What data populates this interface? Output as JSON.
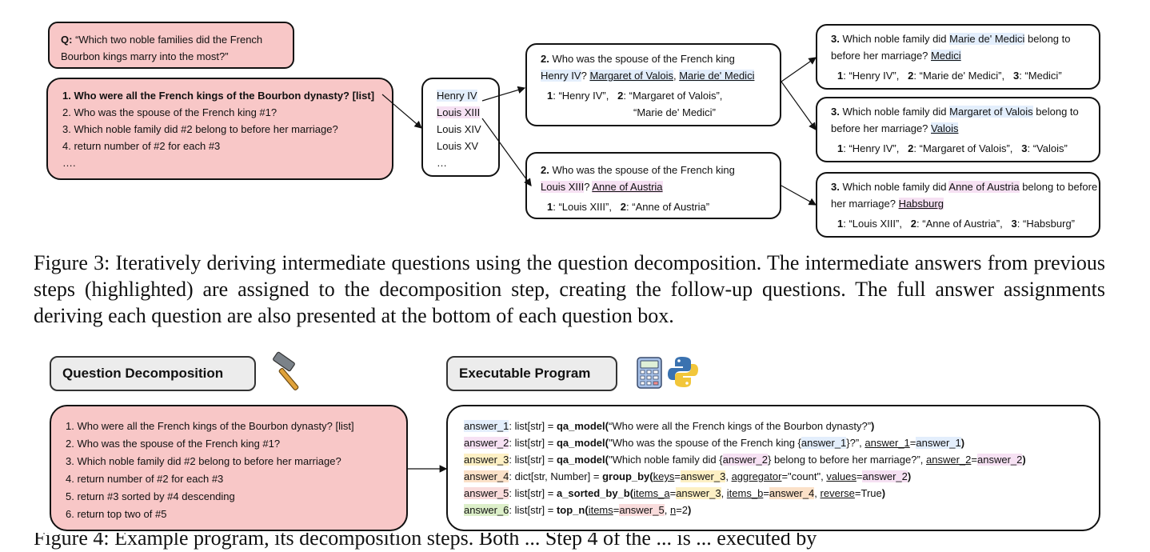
{
  "fig3": {
    "question": {
      "q_label": "Q:",
      "q_text": " “Which two noble families did the French Bourbon kings marry into the most?”"
    },
    "decomp": {
      "line1": "1. Who were all the French kings of the Bourbon dynasty? [list]",
      "line2": "2. Who was the spouse of the French king #1?",
      "line3": "3. Which noble family did #2 belong to before her marriage?",
      "line4": "4. return number of #2 for each #3",
      "line5": "…."
    },
    "kings": [
      "Henry IV",
      "Louis XIII",
      "Louis XIV",
      "Louis XV",
      "…"
    ],
    "q2_henry": {
      "num": "2.",
      "text_a": " Who was the spouse of the French king",
      "king": "Henry IV",
      "text_b": "?",
      "ans1": "Margaret of Valois",
      "sep": ",",
      "ans2": "Marie de' Medici",
      "assign_1_label": "1",
      "assign_1_val": ": “Henry IV”,",
      "assign_2_label": "2",
      "assign_2_val": ": “Margaret of Valois”,",
      "assign_2_val2": "“Marie de' Medici”"
    },
    "q2_louis": {
      "num": "2.",
      "text_a": " Who was the spouse of the French king",
      "king": "Louis XIII",
      "text_b": "?",
      "ans": "Anne of Austria",
      "assign_1_label": "1",
      "assign_1_val": ": “Louis XIII”,",
      "assign_2_label": "2",
      "assign_2_val": ": “Anne of Austria”"
    },
    "q3_medici": {
      "num": "3.",
      "text_a": " Which noble family did",
      "spouse": "Marie de' Medici",
      "text_b": " belong to before her marriage?",
      "ans": "Medici",
      "a1": "1",
      "v1": ": “Henry IV”,",
      "a2": "2",
      "v2": ": “Marie de' Medici”,",
      "a3": "3",
      "v3": ": “Medici”"
    },
    "q3_valois": {
      "num": "3.",
      "text_a": " Which noble family did",
      "spouse": "Margaret of Valois",
      "text_b": " belong to before her marriage?",
      "ans": "Valois",
      "a1": "1",
      "v1": ": “Henry IV”,",
      "a2": "2",
      "v2": ": “Margaret of Valois”,",
      "a3": "3",
      "v3": ": “Valois”"
    },
    "q3_habsburg": {
      "num": "3.",
      "text_a": " Which noble family did",
      "spouse": "Anne of Austria",
      "text_b": " belong to before her marriage?",
      "ans": "Habsburg",
      "a1": "1",
      "v1": ": “Louis XIII”,",
      "a2": "2",
      "v2": ": “Anne of Austria”,",
      "a3": "3",
      "v3": ": “Habsburg”"
    },
    "caption": "Figure 3: Iteratively deriving intermediate questions using the question decomposition. The intermediate answers from previous steps (highlighted) are assigned to the decomposition step, creating the follow-up questions. The full answer assignments deriving each question are also presented at the bottom of each question box."
  },
  "fig4": {
    "qd_title": "Question Decomposition",
    "ep_title": "Executable Program",
    "decomp": [
      "1. Who were all the French kings of the Bourbon dynasty? [list]",
      "2. Who was the spouse of the French king #1?",
      "3. Which noble family did #2 belong to before her marriage?",
      "4. return number of #2 for each #3",
      "5. return #3 sorted by #4 descending",
      "6. return top two of #5"
    ],
    "code": {
      "l1": {
        "var": "answer_1",
        "type": ": list[str] = ",
        "fn": "qa_model(",
        "arg": "“Who were all the French kings of the Bourbon dynasty?”",
        "close": ")"
      },
      "l2": {
        "var": "answer_2",
        "type": ": list[str] = ",
        "fn": "qa_model(",
        "s1": "\"Who was the spouse of the French king {",
        "ref": "answer_1",
        "s2": "}?”, ",
        "kw": "answer_1",
        "eq": "=",
        "val": "answer_1",
        "close": ")"
      },
      "l3": {
        "var": "answer_3",
        "type": ": list[str] = ",
        "fn": "qa_model(",
        "s1": "\"Which noble family did {",
        "ref": "answer_2",
        "s2": "} belong to before her marriage?”, ",
        "kw": "answer_2",
        "eq": "=",
        "val": "answer_2",
        "close": ")"
      },
      "l4": {
        "var": "answer_4",
        "type": ": dict[str, Number] = ",
        "fn": "group_by(",
        "k1": "keys",
        "v1": "answer_3",
        "k2": "aggregator",
        "v2": "=\"count\", ",
        "k3": "values",
        "v3": "answer_2",
        "close": ")"
      },
      "l5": {
        "var": "answer_5",
        "type": ": list[str] = ",
        "fn": "a_sorted_by_b(",
        "k1": "items_a",
        "v1": "answer_3",
        "k2": "items_b",
        "v2": "answer_4",
        "k3": "reverse",
        "v3": "=True",
        "close": ")"
      },
      "l6": {
        "var": "answer_6",
        "type": ": list[str] = ",
        "fn": "top_n(",
        "k1": "items",
        "v1": "answer_5",
        "k2": "n",
        "v2": "=2",
        "close": ")"
      }
    },
    "caption_partial": "Figure 4: Example program, its decomposition steps. Both ... Step 4 of the ... is ... executed by"
  },
  "icons": [
    "hammer-icon",
    "calculator-icon",
    "python-icon"
  ]
}
